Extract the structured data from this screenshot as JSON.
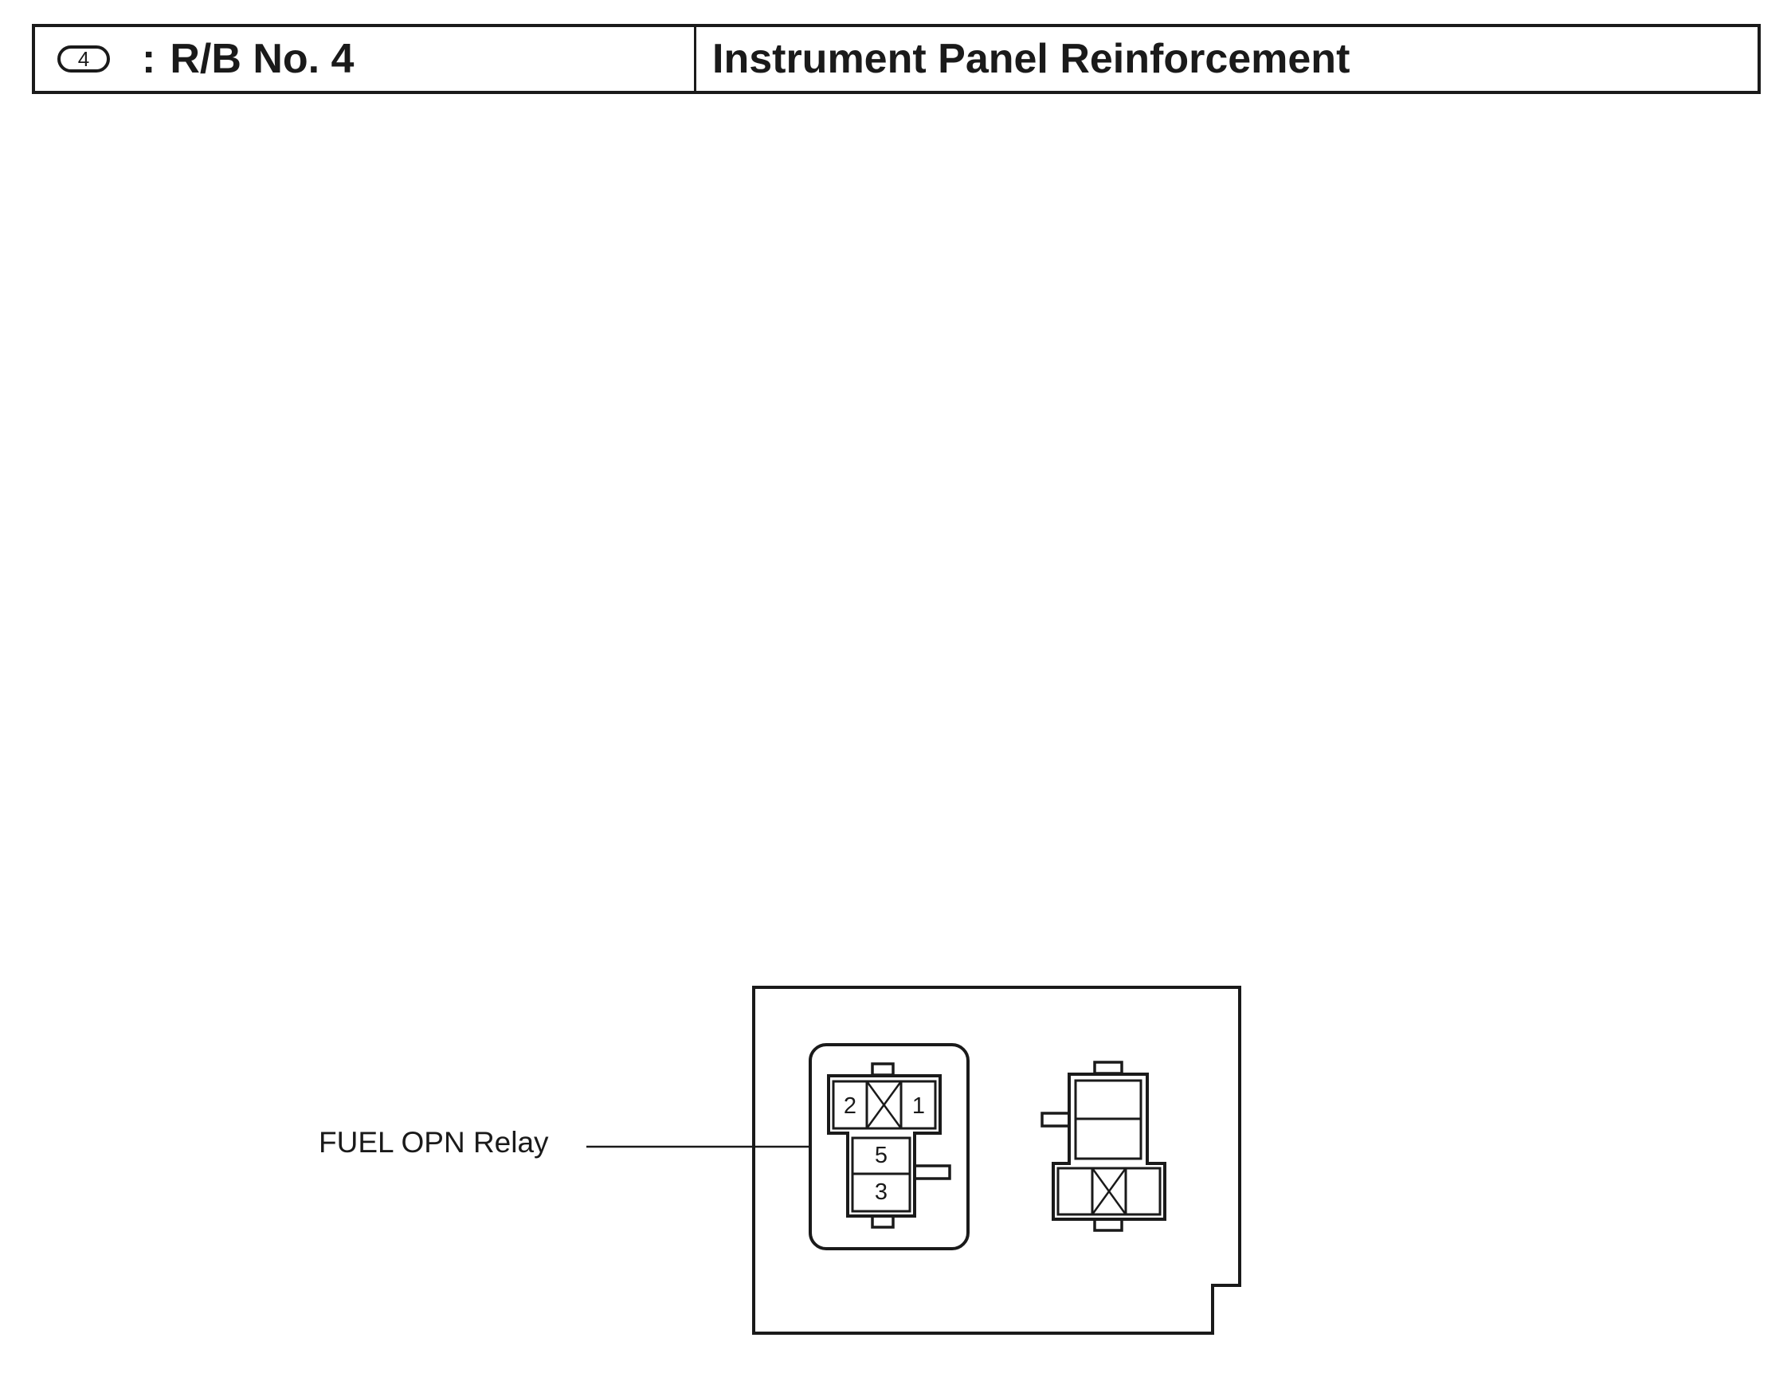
{
  "header": {
    "badge_number": "4",
    "location_separator": ":",
    "location_label": "R/B No. 4",
    "title": "Instrument Panel Reinforcement"
  },
  "diagram": {
    "relay_label": "FUEL OPN Relay",
    "pins": {
      "pin_2": "2",
      "pin_1": "1",
      "pin_5": "5",
      "pin_3": "3"
    }
  },
  "colors": {
    "ink": "#1a1a1a",
    "background": "#ffffff"
  }
}
